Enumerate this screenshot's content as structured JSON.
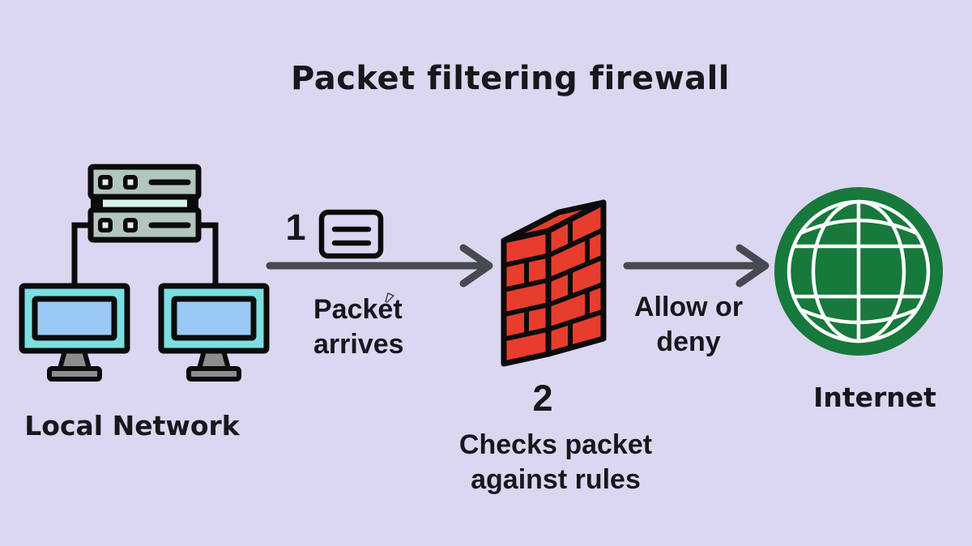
{
  "title": "Packet filtering firewall",
  "nodes": {
    "local_network": {
      "label": "Local Network",
      "icon": "server-rack-with-two-monitors"
    },
    "firewall": {
      "step_number": "2",
      "caption": "Checks packet against rules",
      "icon": "brick-wall-icon"
    },
    "internet": {
      "label": "Internet",
      "icon": "globe-icon"
    }
  },
  "flows": [
    {
      "step_number": "1",
      "caption": "Packet arrives",
      "icon": "packet-envelope-icon",
      "arrow": "right-arrow"
    },
    {
      "caption": "Allow or deny",
      "arrow": "right-arrow"
    }
  ],
  "colors": {
    "background": "#DBD7F1",
    "text": "#17171C",
    "line_black": "#0B0B0B",
    "arrow_gray": "#46494F",
    "brick_red": "#E63D2E",
    "globe_green": "#17793B",
    "monitor_teal": "#7DDEE1",
    "monitor_screen": "#9BC9F5",
    "server_body": "#B2C6BE",
    "server_strip": "#D7F5E6",
    "button_inner": "#E7EEE9",
    "stand_gray": "#8D8D8D",
    "white": "#FFFFFF"
  }
}
